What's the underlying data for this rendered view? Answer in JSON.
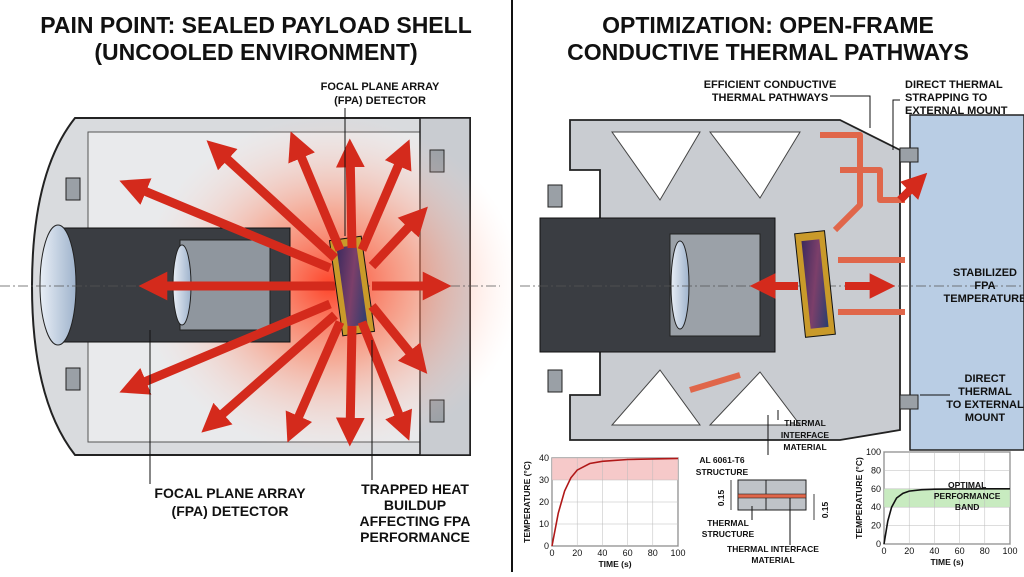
{
  "left": {
    "title_line1": "PAIN POINT: SEALED PAYLOAD SHELL",
    "title_line2": "(UNCOOLED ENVIRONMENT)",
    "fpa_label_top_1": "FOCAL PLANE ARRAY",
    "fpa_label_top_2": "(FPA) DETECTOR",
    "fpa_label_bottom_1": "FOCAL PLANE ARRAY",
    "fpa_label_bottom_2": "(FPA) DETECTOR",
    "heat_label": [
      "TRAPPED HEAT",
      "BUILDUP",
      "AFFECTING FPA",
      "PERFORMANCE"
    ]
  },
  "right": {
    "title_line1": "OPTIMIZATION: OPEN-FRAME",
    "title_line2": "CONDUCTIVE THERMAL PATHWAYS",
    "pathways_label": [
      "EFFICIENT CONDUCTIVE",
      "THERMAL PATHWAYS"
    ],
    "strapping_label": [
      "DIRECT THERMAL",
      "STRAPPING TO",
      "EXTERNAL MOUNT"
    ],
    "stabilized_label": [
      "STABILIZED",
      "FPA",
      "TEMPERATURE"
    ],
    "direct_label": [
      "DIRECT",
      "THERMAL",
      "TO EXTERNAL",
      "MOUNT"
    ],
    "structure_label": [
      "AL 6061-T6",
      "STRUCTURE"
    ],
    "interface_label": [
      "THERMAL",
      "INTERFACE",
      "MATERIAL"
    ],
    "detail": {
      "dim_left": "0.15",
      "dim_right": "0.15",
      "structure_label": [
        "THERMAL",
        "STRUCTURE"
      ],
      "interface_label": [
        "THERMAL INTERFACE",
        "MATERIAL"
      ]
    }
  },
  "colors": {
    "heat": "#d42a1c",
    "heat_glow": "#ff6a3d",
    "metal": "#c9ccd1",
    "mount_blue": "#b9cde4",
    "fpa_gold": "#c99a2a",
    "band_green": "#c8ebc0",
    "band_red": "#f6c9c9",
    "curve_red": "#b01818",
    "curve_black": "#111111"
  },
  "chart_data": [
    {
      "type": "line",
      "title": "",
      "xlabel": "TIME (s)",
      "ylabel": "TEMPERATURE (°C)",
      "xlim": [
        0,
        100
      ],
      "ylim": [
        0,
        40
      ],
      "xticks": [
        0,
        20,
        40,
        60,
        80,
        100
      ],
      "yticks": [
        0,
        10,
        20,
        30,
        40
      ],
      "band": [
        30,
        40
      ],
      "grid": true,
      "x": [
        0,
        5,
        10,
        15,
        20,
        30,
        40,
        60,
        80,
        100
      ],
      "values": [
        0,
        15,
        25,
        31,
        34.5,
        37.5,
        38.5,
        39.3,
        39.6,
        39.8
      ]
    },
    {
      "type": "line",
      "title": "",
      "xlabel": "TIME (s)",
      "ylabel": "TEMPERATURE (°C)",
      "xlim": [
        0,
        100
      ],
      "ylim": [
        0,
        100
      ],
      "xticks": [
        0,
        20,
        40,
        60,
        80,
        100
      ],
      "yticks": [
        0,
        20,
        40,
        60,
        80,
        100
      ],
      "band": [
        40,
        60
      ],
      "band_label": [
        "OPTIMAL",
        "PERFORMANCE",
        "BAND"
      ],
      "grid": true,
      "x": [
        0,
        3,
        6,
        10,
        15,
        20,
        30,
        40,
        60,
        80,
        100
      ],
      "values": [
        0,
        25,
        40,
        50,
        55,
        57.5,
        59,
        59.6,
        59.9,
        60,
        60
      ]
    }
  ]
}
